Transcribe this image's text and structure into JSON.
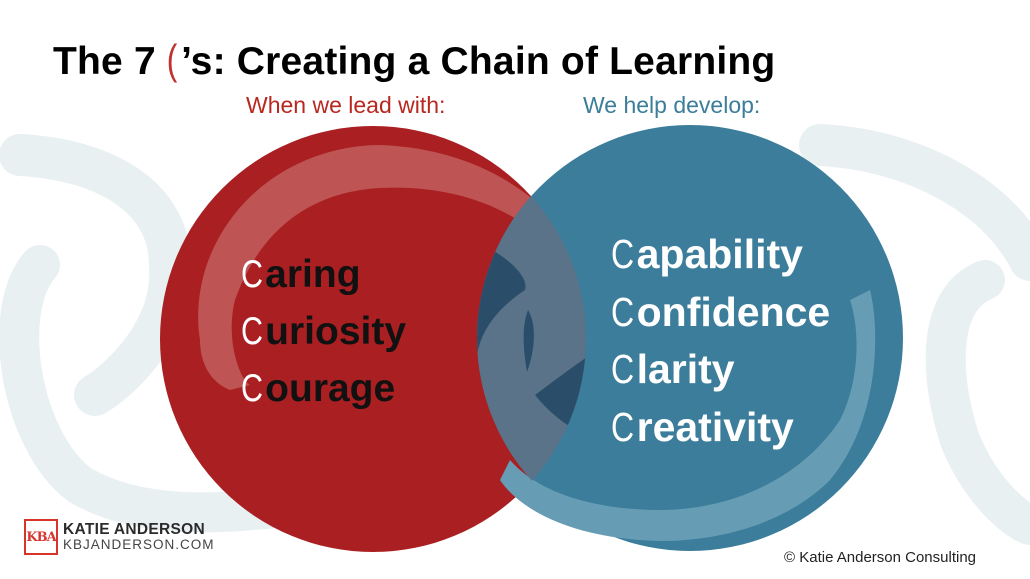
{
  "slide": {
    "title": {
      "prefix": "The 7 ",
      "c_glyph": "(",
      "suffix": "’s: Creating a Chain of Learning"
    },
    "left_heading": "When we lead with:",
    "right_heading": "We help develop:",
    "left_circle": {
      "color": "#a91f22",
      "items": [
        {
          "c": "C",
          "rest": "aring"
        },
        {
          "c": "C",
          "rest": "uriosity"
        },
        {
          "c": "C",
          "rest": "ourage"
        }
      ]
    },
    "right_circle": {
      "color": "#3b7d9a",
      "items": [
        {
          "c": "C",
          "rest": "apability"
        },
        {
          "c": "C",
          "rest": "onfidence"
        },
        {
          "c": "C",
          "rest": "larity"
        },
        {
          "c": "C",
          "rest": "reativity"
        }
      ]
    },
    "colors": {
      "red": "#a91f22",
      "red_light": "#be5453",
      "blue": "#3b7d9a",
      "blue_light": "#679db4",
      "overlap": "#5a7389",
      "overlap_dark": "#2a4e6a",
      "chain_bg": "#e8f0f2",
      "heading_red": "#b8281f",
      "heading_blue": "#3c7d99"
    }
  },
  "footer": {
    "logo_mark": "KBA",
    "logo_name": "KATIE ANDERSON",
    "logo_url": "KBJANDERSON.COM",
    "copyright": "© Katie Anderson Consulting"
  }
}
